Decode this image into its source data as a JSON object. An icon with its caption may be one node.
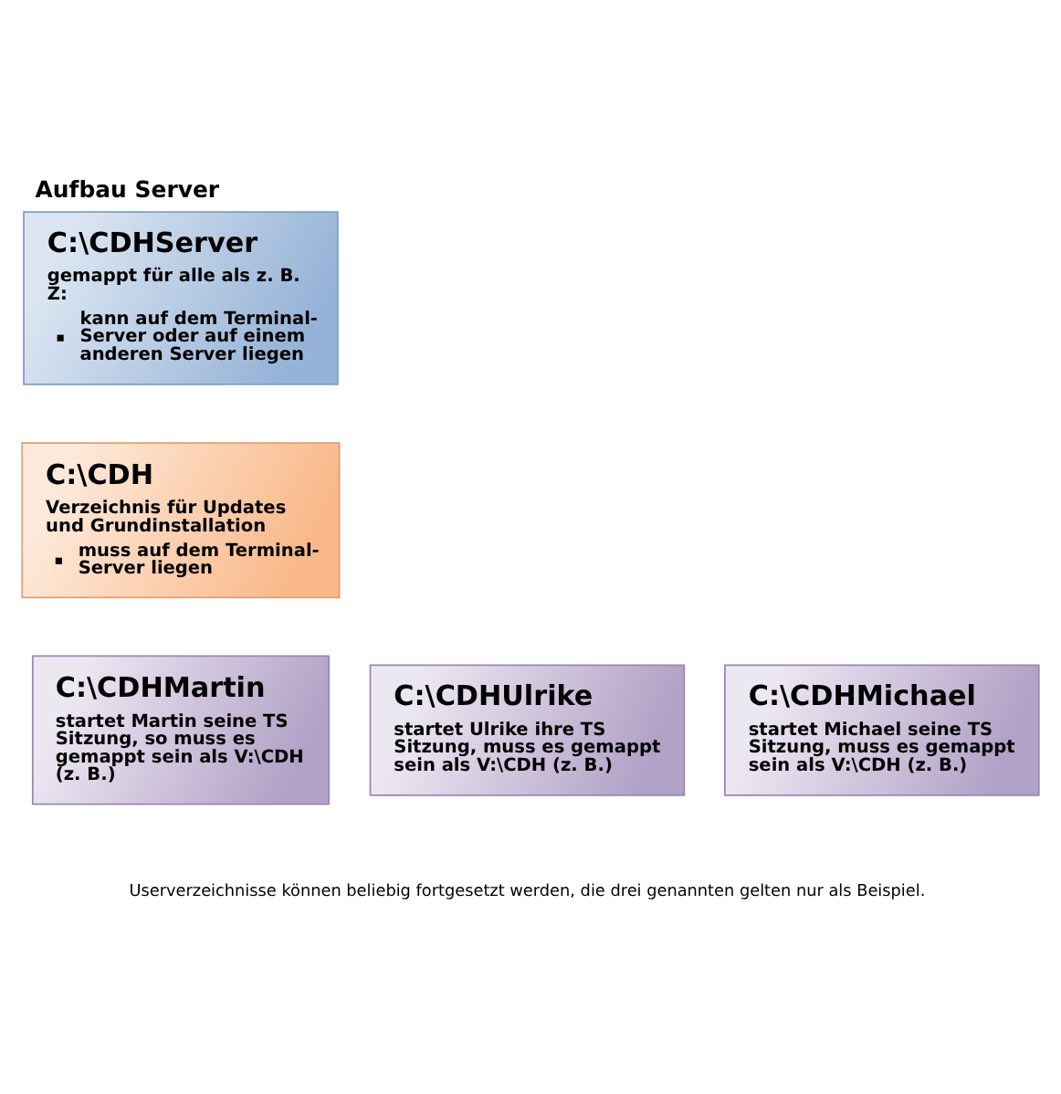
{
  "diagram": {
    "title": "Aufbau Server",
    "caption": "Userverzeichnisse können beliebig fortgesetzt werden, die drei genannten gelten nur als Beispiel.",
    "nodes": [
      {
        "text": [
          "C:\\CDHServer",
          "gemappt für alle als z. B. Z:",
          "kann auf dem Terminal-Server oder auf einem anderen Server liegen"
        ]
      },
      {
        "text": [
          "C:\\CDH",
          "Verzeichnis für Updates und Grundinstallation",
          "muss auf dem Terminal-Server liegen"
        ]
      },
      {
        "text": [
          "C:\\CDHMartin",
          "startet Martin seine TS Sitzung, so muss es gemappt sein als V:\\CDH (z. B.)"
        ]
      },
      {
        "text": [
          "C:\\CDHUlrike",
          "startet Ulrike ihre TS Sitzung, muss es gemappt sein als V:\\CDH (z. B.)"
        ]
      },
      {
        "text": [
          "C:\\CDHMichael",
          "startet Michael seine TS Sitzung, muss es gemappt sein als V:\\CDH (z. B.)"
        ]
      }
    ],
    "edges": []
  }
}
